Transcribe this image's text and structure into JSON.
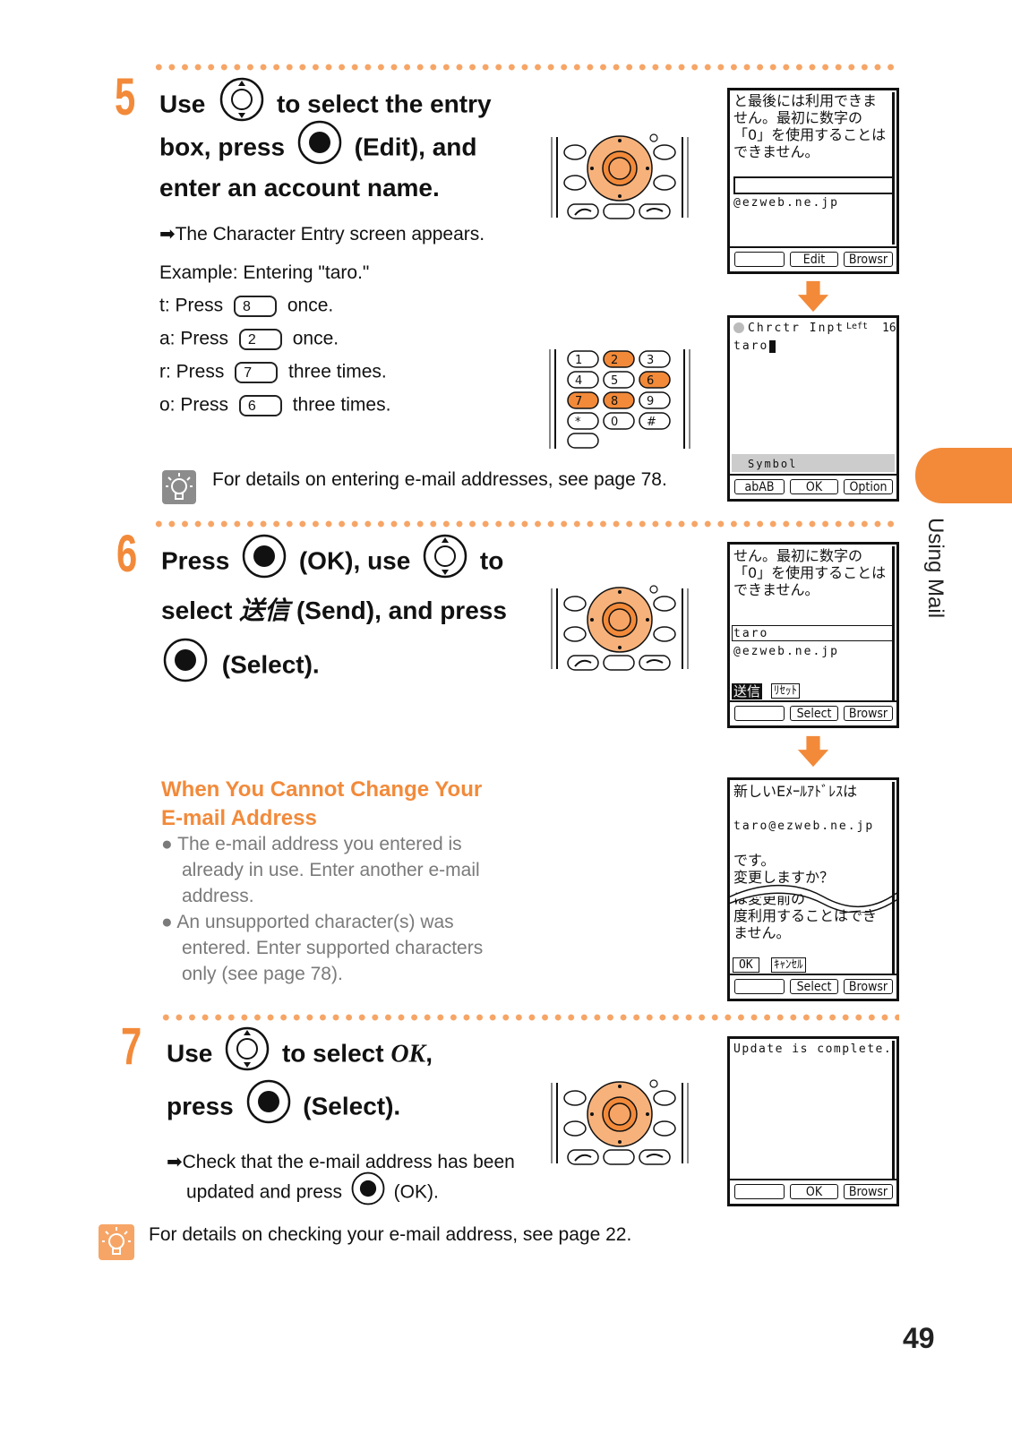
{
  "step5": {
    "number": "5",
    "heading_line1_a": "Use",
    "heading_line1_b": "to select the entry",
    "heading_line2_a": "box, press",
    "heading_line2_b": "(Edit), and",
    "heading_line3": "enter an account name.",
    "result": "➡The Character Entry screen appears.",
    "example_title": "Example: Entering \"taro.\"",
    "examples": [
      {
        "prefix": "t:  Press",
        "key": "8",
        "suffix": "once."
      },
      {
        "prefix": "a: Press",
        "key": "2",
        "suffix": "once."
      },
      {
        "prefix": "r:  Press",
        "key": "7",
        "suffix": "three times."
      },
      {
        "prefix": "o: Press",
        "key": "6",
        "suffix": "three times."
      }
    ],
    "tip": "For details on entering e-mail addresses, see page 78."
  },
  "step6": {
    "number": "6",
    "line1_a": "Press",
    "line1_b": "(OK), use",
    "line1_c": "to",
    "line2_a": "select",
    "line2_jp": "送信",
    "line2_b": "(Send), and press",
    "line3": "(Select)."
  },
  "note": {
    "title_line1": "When You Cannot Change Your",
    "title_line2": "E-mail Address",
    "bullets": [
      [
        "● The e-mail address you entered is",
        "already in use. Enter another e-mail",
        "address."
      ],
      [
        "● An unsupported character(s) was",
        "entered. Enter supported characters",
        "only (see page 78)."
      ]
    ]
  },
  "step7": {
    "number": "7",
    "line1_a": "Use",
    "line1_b": "to select",
    "line1_ok": "OK",
    "line1_c": ",",
    "line2_a": "press",
    "line2_b": "(Select).",
    "result_line1": "➡Check that the e-mail address has been",
    "result_line2_a": "updated and press",
    "result_line2_b": "(OK).",
    "tip": "For details on checking your e-mail address, see page 22."
  },
  "screens": {
    "s1": {
      "lines": [
        "と最後には利用できま",
        "せん。最初に数字の",
        "「0」を使用することは",
        "できません。"
      ],
      "domain": "@ezweb.ne.jp",
      "softkeys": [
        "",
        "Edit",
        "Browsr"
      ]
    },
    "s2": {
      "header": "Chrctr Inpt",
      "left_label": "Left",
      "left_count": "16",
      "input": "taro",
      "footer": "Symbol",
      "softkeys": [
        "abAB",
        "OK",
        "Option"
      ]
    },
    "s3": {
      "lines": [
        "せん。最初に数字の",
        "「0」を使用することは",
        "できません。"
      ],
      "input": "taro",
      "domain": "@ezweb.ne.jp",
      "send": "送信",
      "reset": "ﾘｾｯﾄ",
      "softkeys": [
        "",
        "Select",
        "Browsr"
      ]
    },
    "s4": {
      "line1": "新しいEﾒｰﾙｱﾄﾞﾚｽは",
      "address": "taro@ezweb.ne.jp",
      "lines": [
        "です。",
        "変更しますか？",
        "は変更前の",
        "度利用することはでき",
        "ません。"
      ],
      "ok": "OK",
      "cancel": "ｷｬﾝｾﾙ",
      "softkeys": [
        "",
        "Select",
        "Browsr"
      ]
    },
    "s5": {
      "line1": "Update is complete.",
      "softkeys": [
        "",
        "OK",
        "Browsr"
      ]
    }
  },
  "side_tab": "Using Mail",
  "page_number": "49",
  "colors": {
    "accent": "#f28a3a",
    "dots": "#f6a566",
    "gray_text": "#7a7a7a"
  }
}
